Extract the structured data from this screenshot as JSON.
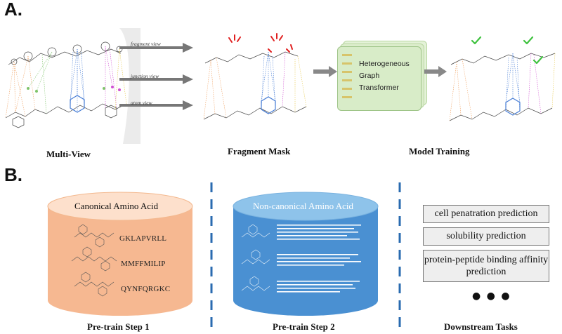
{
  "panel_a": {
    "label": "A.",
    "views": [
      "fragment view",
      "junction view",
      "atom view"
    ],
    "transformer_label": "Heterogeneous Graph Transformer",
    "captions": {
      "multi_view": "Multi-View",
      "fragment_mask": "Fragment Mask",
      "model_training": "Model Training"
    }
  },
  "panel_b": {
    "label": "B.",
    "step1": {
      "title": "Canonical Amino Acid",
      "sequences": [
        "GKLAPVRLL",
        "MMFFMILIP",
        "QYNFQRGKC"
      ],
      "caption": "Pre-train Step 1"
    },
    "step2": {
      "title": "Non-canonical Amino Acid",
      "caption": "Pre-train Step 2"
    },
    "tasks": [
      "cell penatration prediction",
      "solubility prediction",
      "protein-peptide binding affinity prediction"
    ],
    "tasks_more": "● ● ●",
    "tasks_caption": "Downstream Tasks"
  },
  "colors": {
    "canonical_top": "#fde0cc",
    "canonical_body": "#f6b891",
    "noncanonical_top": "#8ec3ea",
    "noncanonical_body": "#4a90d2",
    "transformer_box": "#d8ecc8",
    "divider": "#2a6bb0",
    "check": "#3fc23f",
    "mask_mark": "#e02020"
  }
}
